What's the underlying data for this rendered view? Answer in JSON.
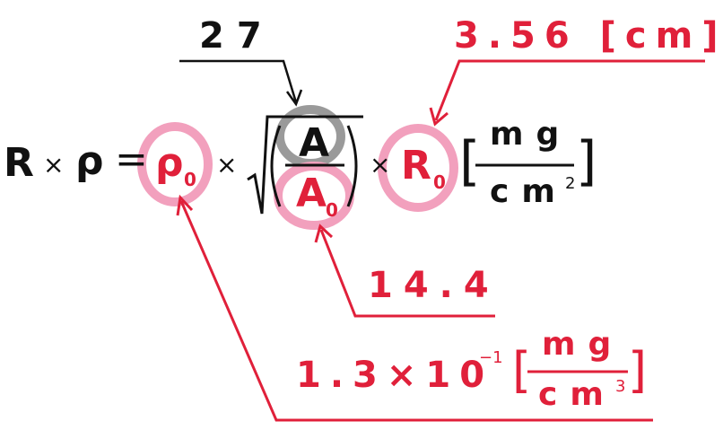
{
  "equation": {
    "left": {
      "R": "R",
      "times": "×",
      "rho": "ρ",
      "equals": "="
    },
    "rho0": {
      "base": "ρ",
      "sub": "0"
    },
    "times1": "×",
    "fraction": {
      "numerator": "A",
      "denominator_base": "A",
      "denominator_sub": "0"
    },
    "times2": "×",
    "R0": {
      "base": "R",
      "sub": "0"
    },
    "unit": {
      "bracket_open": "[",
      "numerator": "mg",
      "denominator": "cm",
      "denominator_exp": "2",
      "bracket_close": "]"
    }
  },
  "annotations": {
    "A_value": "27",
    "R0_value": "3.56 [cm]",
    "A0_value": "14.4",
    "rho0_value": {
      "mantissa": "1.3×10",
      "exponent": "−1",
      "bracket_open": "[",
      "unit_numerator": "mg",
      "unit_denominator": "cm",
      "unit_denominator_exp": "3",
      "bracket_close": "]"
    }
  },
  "colors": {
    "black": "#111111",
    "red": "#e0203a",
    "pink_circle": "#f2a0bd",
    "gray_circle": "#9a9a9a"
  }
}
